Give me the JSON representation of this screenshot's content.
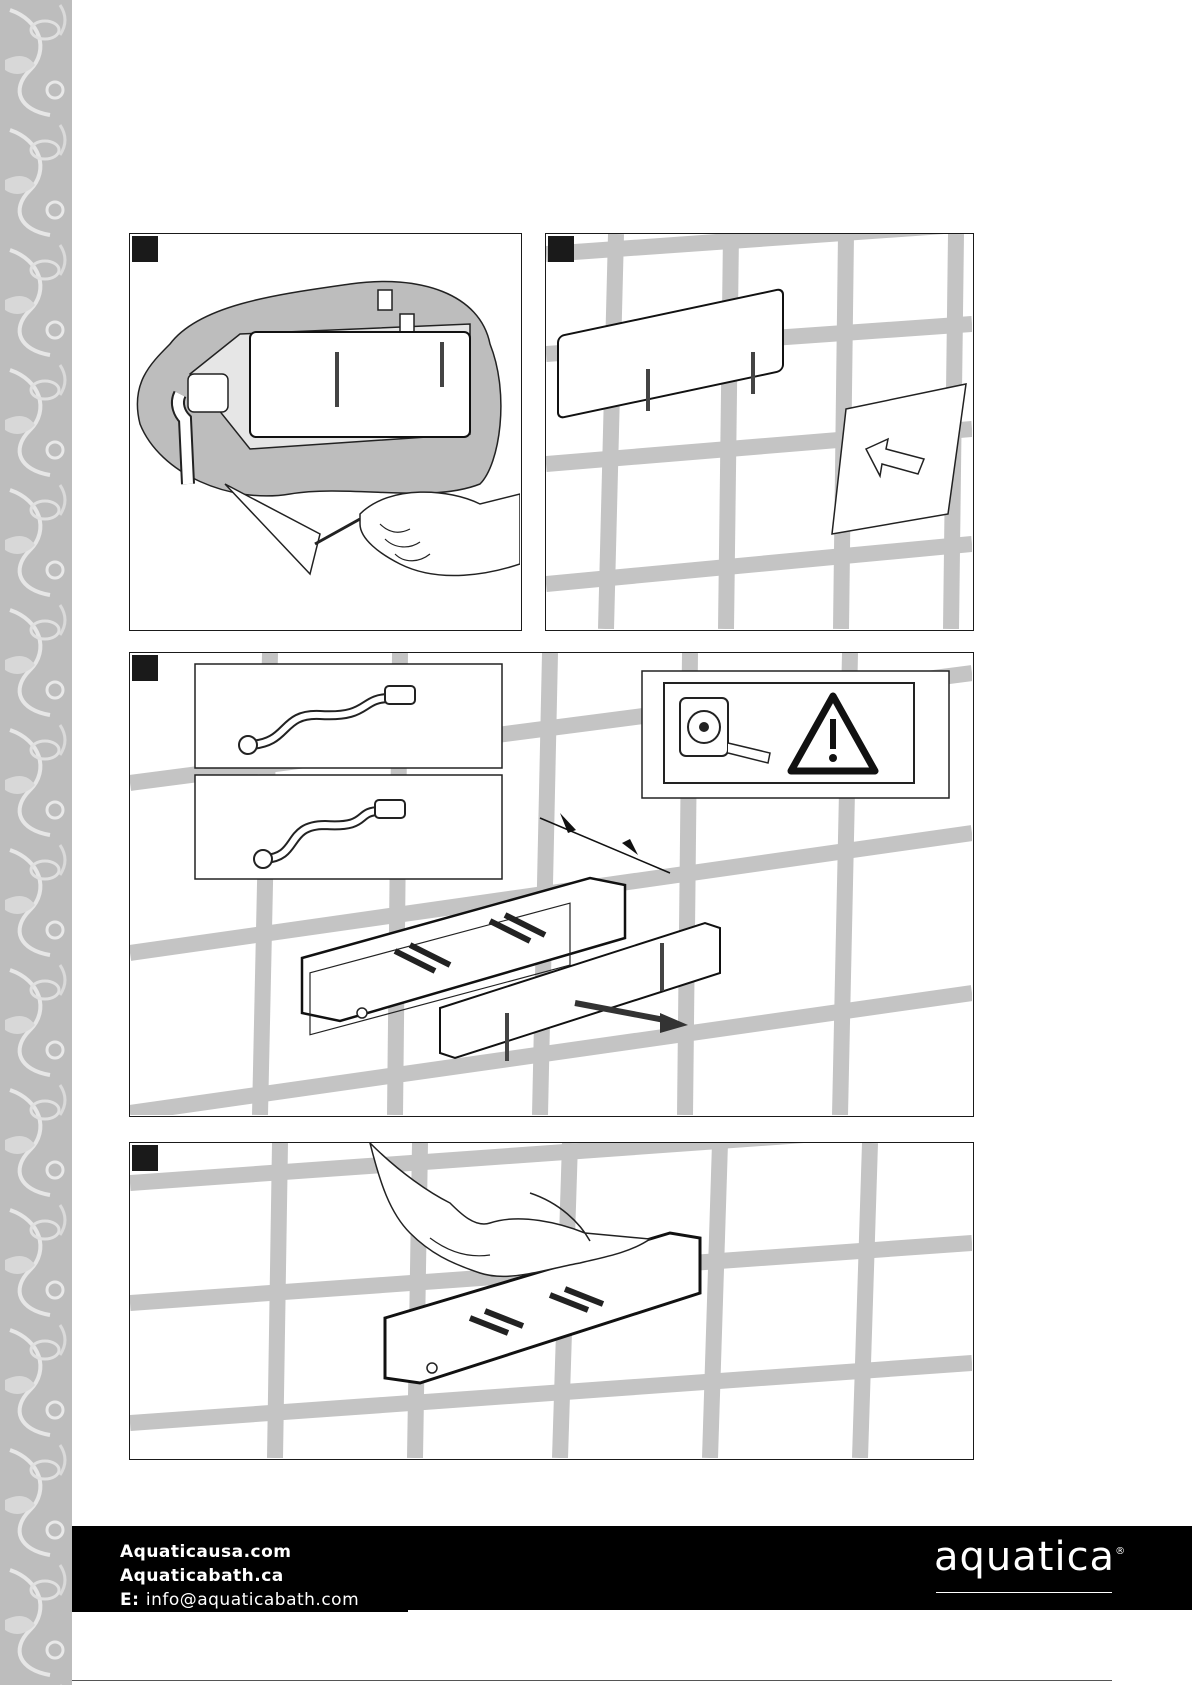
{
  "footer": {
    "site_us": "Aquaticausa.com",
    "site_ca": "Aquaticabath.ca",
    "email_label": "E:",
    "email_value": "info@aquaticabath.com"
  },
  "logo": {
    "text": "aquatica",
    "mark": "®"
  },
  "steps": [
    {
      "illustration": "trowel-plastering-icon"
    },
    {
      "illustration": "tile-placement-arrow-icon"
    },
    {
      "illustration": "hose-and-tape-measure-warning-icon"
    },
    {
      "illustration": "hand-removing-cover-icon"
    }
  ],
  "colors": {
    "tile_grout": "#c4c4c4",
    "footer_bg": "#000000",
    "floral_border": "#bdbdbd"
  }
}
